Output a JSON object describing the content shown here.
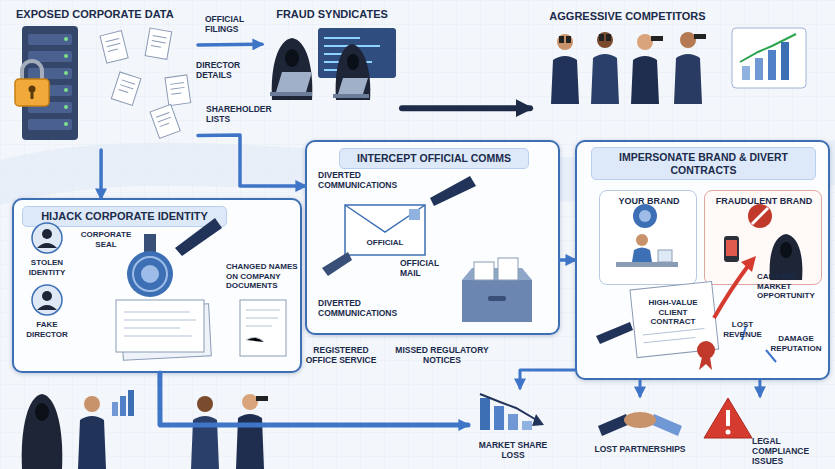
{
  "diagram": {
    "nodes": [
      {
        "text": [
          "EXPOSED CORPORATE DATA"
        ]
      },
      {
        "text": [
          "FRAUD SYNDICATES"
        ]
      },
      {
        "text": [
          "AGGRESSIVE COMPETITORS"
        ]
      },
      {
        "text": [
          "HIJACK CORPORATE IDENTITY"
        ]
      },
      {
        "text": [
          "INTERCEPT OFFICIAL COMMS"
        ]
      },
      {
        "text": [
          "IMPERSONATE BRAND & DIVERT CONTRACTS"
        ]
      },
      {
        "text": [
          "YOUR BRAND"
        ],
        "in": 5
      },
      {
        "text": [
          "FRAUDULENT BRAND"
        ],
        "in": 5
      },
      {
        "text": [
          "MARKET SHARE LOSS"
        ]
      },
      {
        "text": [
          "LOST PARTNERSHIPS"
        ]
      },
      {
        "text": [
          "LEGAL COMPLIANCE ISSUES"
        ]
      }
    ],
    "edges": [
      {
        "from": 0,
        "to": 1,
        "arrow": "to"
      },
      {
        "from": 1,
        "to": 2,
        "arrow": "to"
      },
      {
        "from": 0,
        "to": 3,
        "arrow": "to"
      },
      {
        "from": 0,
        "to": 4,
        "arrow": "to"
      },
      {
        "from": 3,
        "to": 8,
        "arrow": "to"
      },
      {
        "from": 4,
        "to": 5,
        "arrow": "to"
      },
      {
        "from": 5,
        "to": 8,
        "arrow": "to"
      },
      {
        "from": 5,
        "to": 9,
        "arrow": "to"
      },
      {
        "from": 5,
        "to": 10,
        "arrow": "to"
      }
    ],
    "labels": [
      "OFFICIAL FILINGS",
      "DIRECTOR DETAILS",
      "SHAREHOLDER LISTS",
      "CORPORATE SEAL",
      "STOLEN IDENTITY",
      "FAKE DIRECTOR",
      "CHANGED NAMES ON COMPANY DOCUMENTS",
      "DIVERTED COMMUNICATIONS",
      "OFFICIAL",
      "OFFICIAL MAIL",
      "DIVERTED COMMUNICATIONS",
      "REGISTERED OFFICE SERVICE",
      "MISSED REGULATORY NOTICES",
      "HIGH-VALUE CLIENT CONTRACT",
      "CAPTURE MARKET OPPORTUNITY",
      "LOST REVENUE",
      "DAMAGE REPUTATION"
    ]
  }
}
